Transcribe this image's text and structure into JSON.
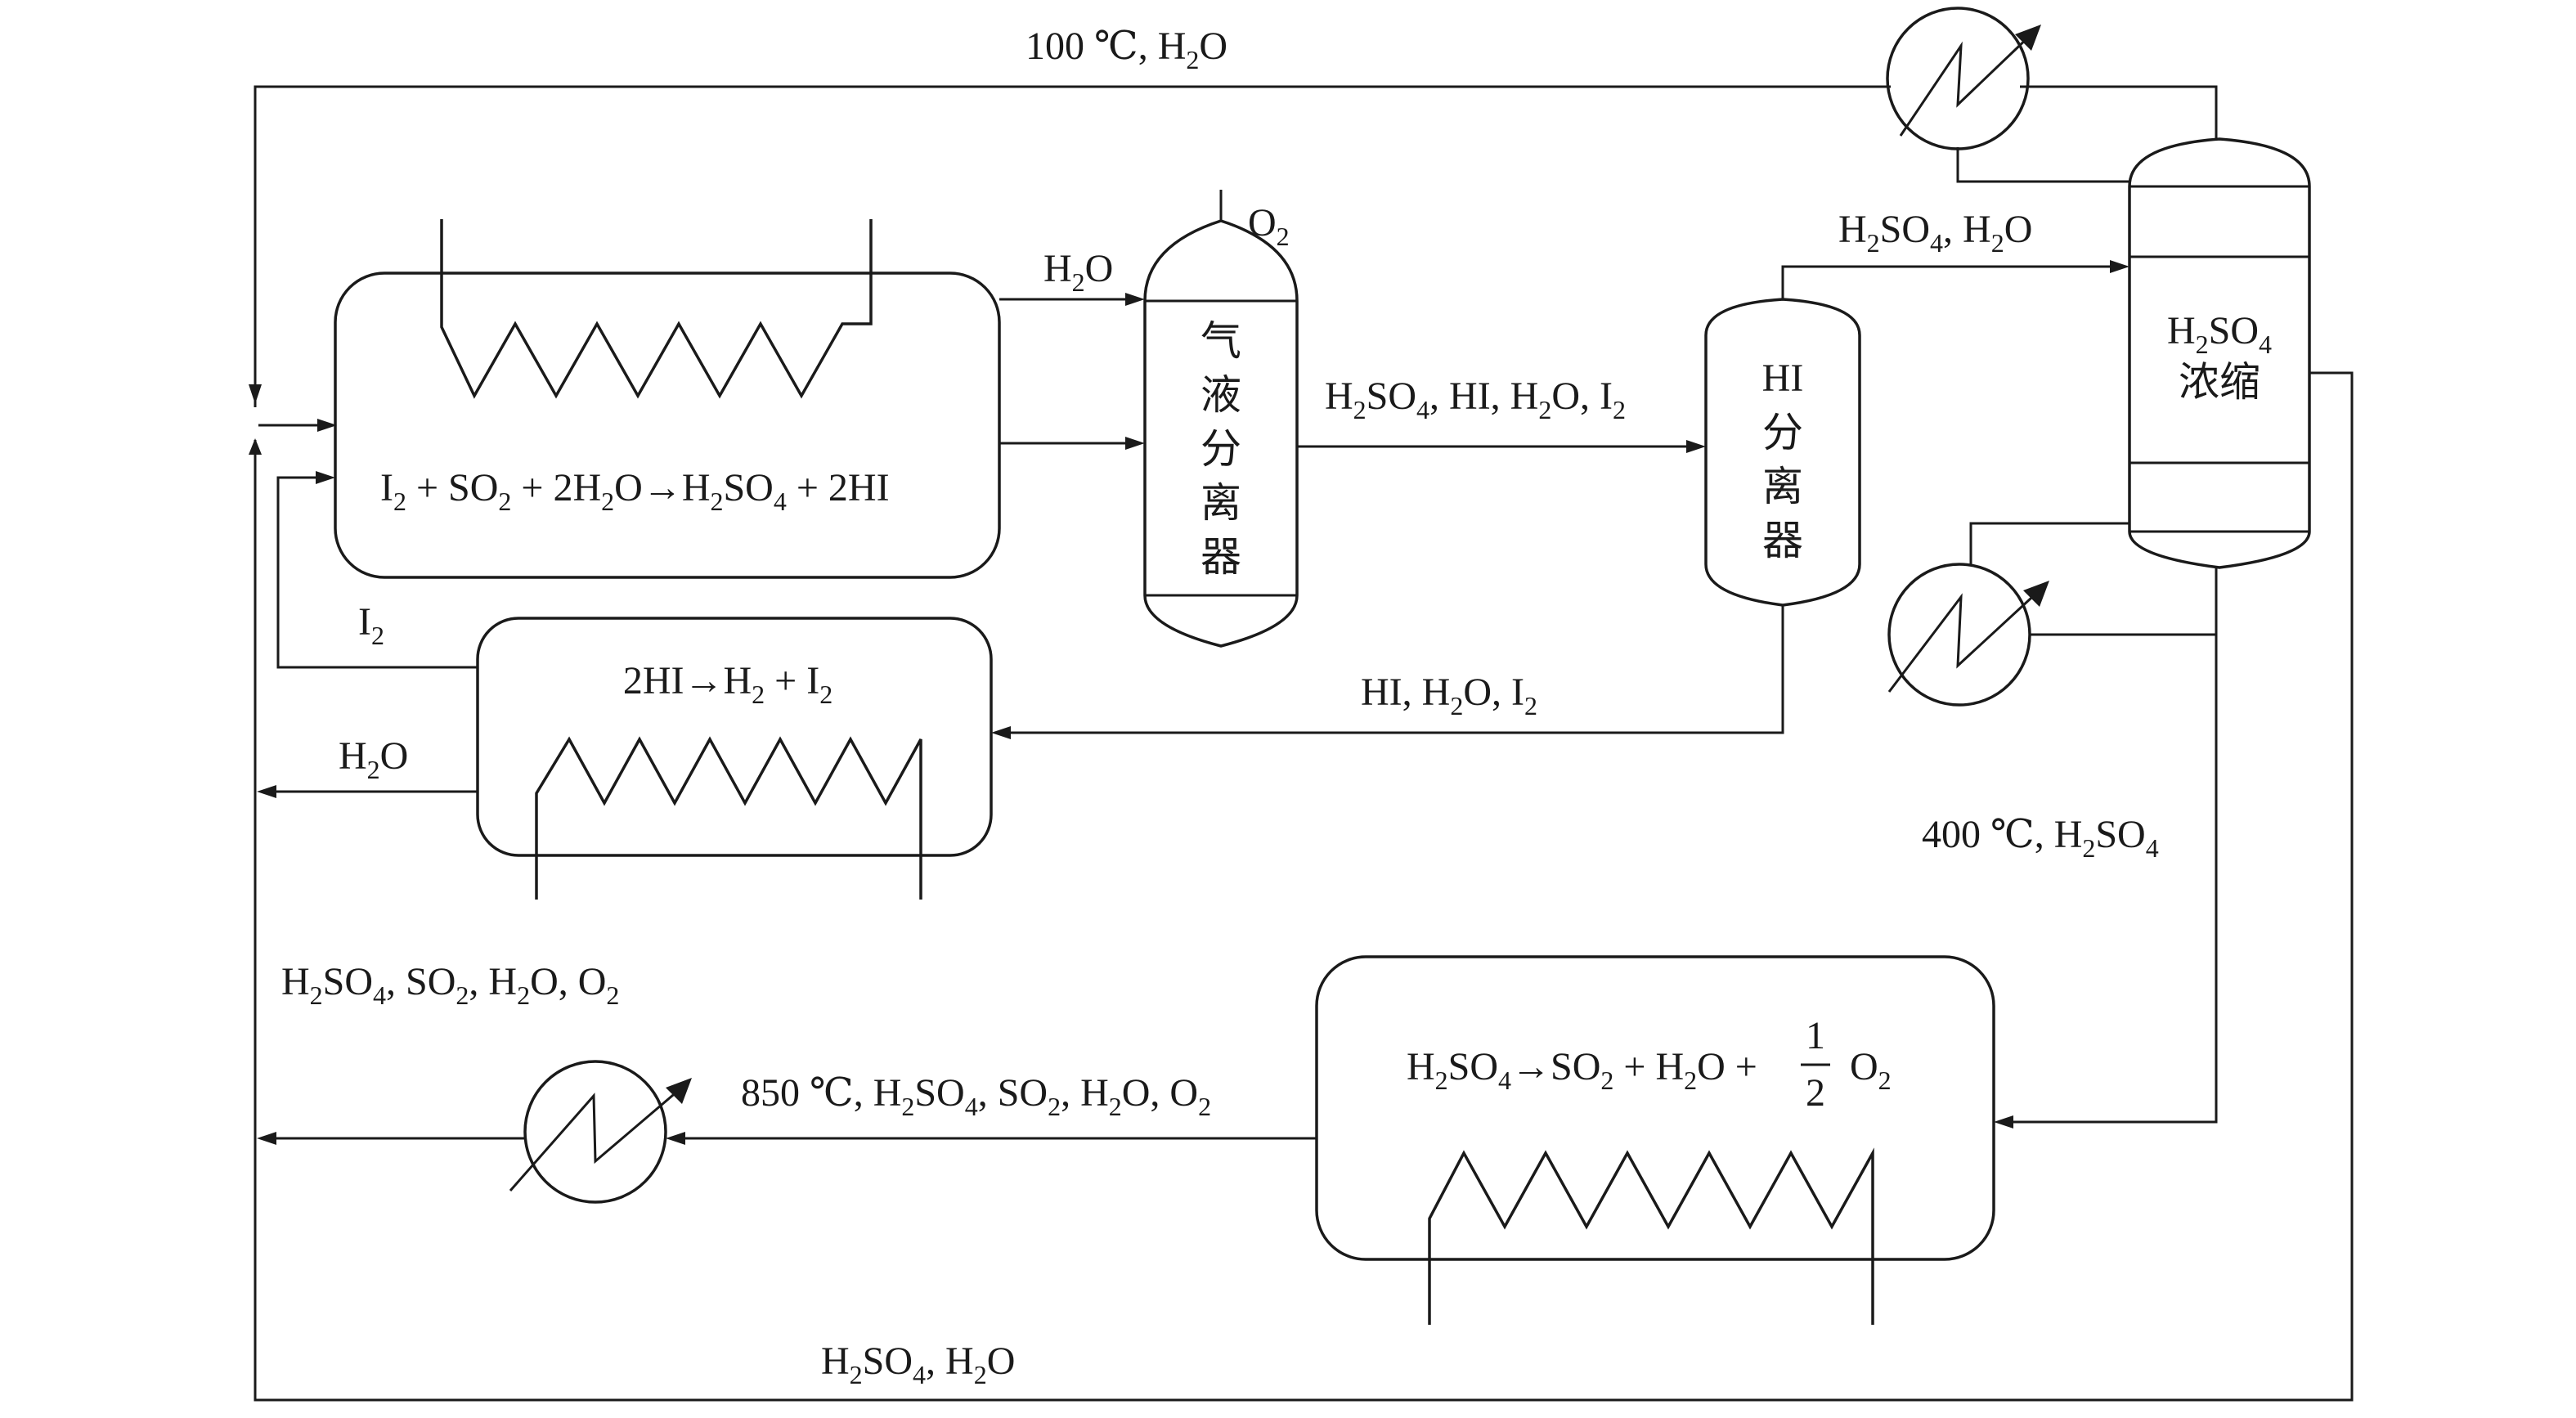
{
  "diagram": {
    "labels": {
      "top_recycle": [
        "100 ℃, H",
        "2",
        "O"
      ],
      "o2_out": [
        "O",
        "2"
      ],
      "h2o_to_separator": [
        "H",
        "2",
        "O"
      ],
      "separator_to_hi": [
        "H",
        "2",
        "SO",
        "4",
        ", HI, H",
        "2",
        "O, I",
        "2"
      ],
      "hi_to_concentrator": [
        "H",
        "2",
        "SO",
        "4",
        ", H",
        "2",
        "O"
      ],
      "bunsen_reaction": [
        "I",
        "2",
        " + SO",
        "2",
        " + 2H",
        "2",
        "O→H",
        "2",
        "SO",
        "4",
        " + 2HI"
      ],
      "i2_recycle": [
        "I",
        "2"
      ],
      "hi_decomp_reaction": [
        "2HI→H",
        "2",
        " + I",
        "2"
      ],
      "h2o_out": [
        "H",
        "2",
        "O"
      ],
      "hi_stream": [
        "HI, H",
        "2",
        "O, I",
        "2"
      ],
      "acid_400": [
        "400 ℃, H",
        "2",
        "SO",
        "4"
      ],
      "left_mixed": [
        "H",
        "2",
        "SO",
        "4",
        ", SO",
        "2",
        ", H",
        "2",
        "O, O",
        "2"
      ],
      "stream_850": [
        "850 ℃, H",
        "2",
        "SO",
        "4",
        ", SO",
        "2",
        ", H",
        "2",
        "O, O",
        "2"
      ],
      "bottom_recycle": [
        "H",
        "2",
        "SO",
        "4",
        ", H",
        "2",
        "O"
      ],
      "so3_decomp_reaction": [
        "H",
        "2",
        "SO",
        "4",
        "→SO",
        "2",
        " + H",
        "2",
        "O + "
      ],
      "so3_decomp_fraction": {
        "numerator": "1",
        "denominator": "2"
      },
      "so3_decomp_tail": [
        "O",
        "2"
      ]
    },
    "units": {
      "gas_liquid_separator": [
        "气",
        "液",
        "分",
        "离",
        "器"
      ],
      "hi_separator": [
        "HI",
        "分",
        "离",
        "器"
      ],
      "concentrator_formula": [
        "H",
        "2",
        "SO",
        "4"
      ],
      "concentrator_name": "浓缩"
    }
  }
}
